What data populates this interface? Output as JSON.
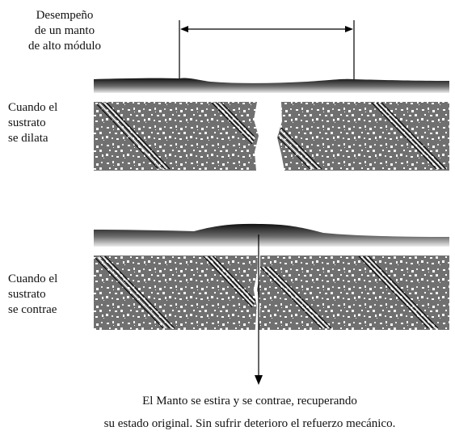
{
  "top_caption": {
    "line1": "Desempeño",
    "line2": "de un manto",
    "line3": "de alto módulo"
  },
  "expand_label": {
    "line1": "Cuando el",
    "line2": "sustrato",
    "line3": "se dilata"
  },
  "contract_label": {
    "line1": "Cuando el",
    "line2": "sustrato",
    "line3": "se contrae"
  },
  "bottom_caption": {
    "line1": "El Manto se estira y se contrae, recuperando",
    "line2": "su estado original.  Sin sufrir deterioro el refuerzo mecánico."
  },
  "colors": {
    "membrane_dark": "#111111",
    "membrane_light": "#e8e8e8",
    "substrate": "#6f6f6f",
    "aggregate": "#ffffff"
  }
}
